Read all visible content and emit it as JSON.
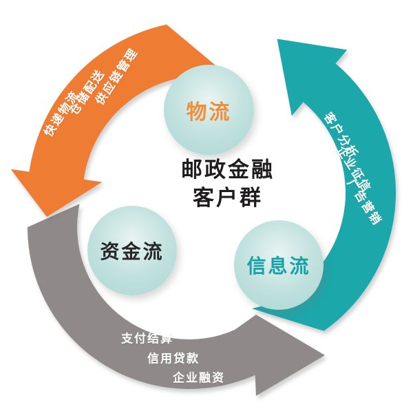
{
  "diagram": {
    "title": {
      "line1": "邮政金融",
      "line2": "客户群"
    },
    "nodes": {
      "logistics": {
        "label": "物流",
        "color": "#ee8f3d"
      },
      "capital": {
        "label": "资金流",
        "color": "#262626"
      },
      "information": {
        "label": "信息流",
        "color": "#16a3a8"
      }
    },
    "arrows": {
      "logistics": {
        "color": "#ee7d33",
        "labels": [
          "快递物流",
          "仓储配送",
          "供应链管理"
        ]
      },
      "information": {
        "color": "#1ca7ab",
        "labels": [
          "客户分析",
          "企业征信",
          "广告营销"
        ]
      },
      "capital": {
        "color": "#8f8989",
        "labels": [
          "支付结算",
          "信用贷款",
          "企业融资"
        ]
      }
    },
    "node_fill": "#b7dcd9",
    "background": "#ffffff"
  }
}
